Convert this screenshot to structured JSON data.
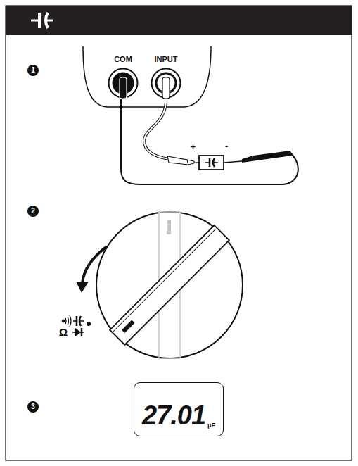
{
  "diagram": {
    "nodes": [
      {
        "text": [
          "COM"
        ]
      },
      {
        "text": [
          "INPUT"
        ]
      },
      {
        "text": [
          "27.01",
          "μF"
        ]
      }
    ],
    "labels": [
      "1",
      "+",
      "-",
      "2",
      "Ω",
      "3"
    ]
  }
}
